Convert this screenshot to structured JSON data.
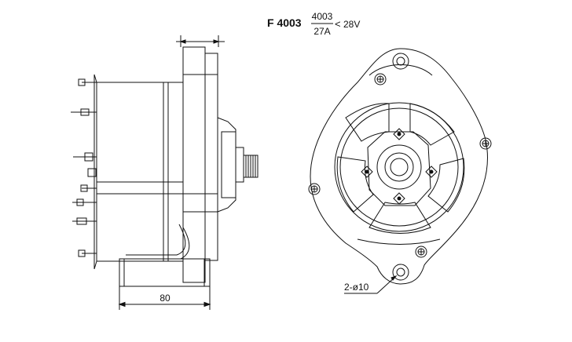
{
  "header": {
    "model": "F 4003",
    "fraction_top": "4003",
    "fraction_bottom": "27A",
    "voltage_mark": "<",
    "voltage": "28V"
  },
  "side_view": {
    "width_dimension": "80"
  },
  "front_view": {
    "hole_callout": "2-ø10"
  }
}
